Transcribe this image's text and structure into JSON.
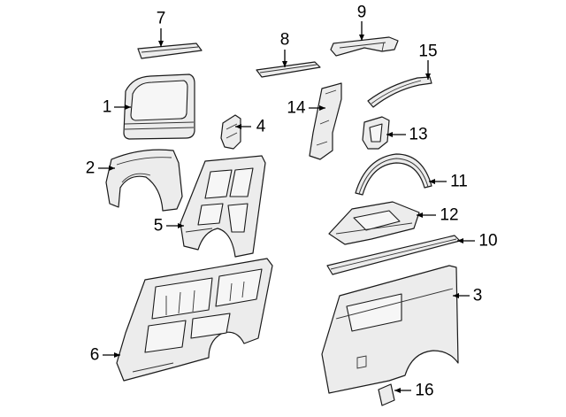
{
  "diagram": {
    "callouts": [
      {
        "number": "1"
      },
      {
        "number": "2"
      },
      {
        "number": "3"
      },
      {
        "number": "4"
      },
      {
        "number": "5"
      },
      {
        "number": "6"
      },
      {
        "number": "7"
      },
      {
        "number": "8"
      },
      {
        "number": "9"
      },
      {
        "number": "10"
      },
      {
        "number": "11"
      },
      {
        "number": "12"
      },
      {
        "number": "13"
      },
      {
        "number": "14"
      },
      {
        "number": "15"
      },
      {
        "number": "16"
      }
    ]
  }
}
